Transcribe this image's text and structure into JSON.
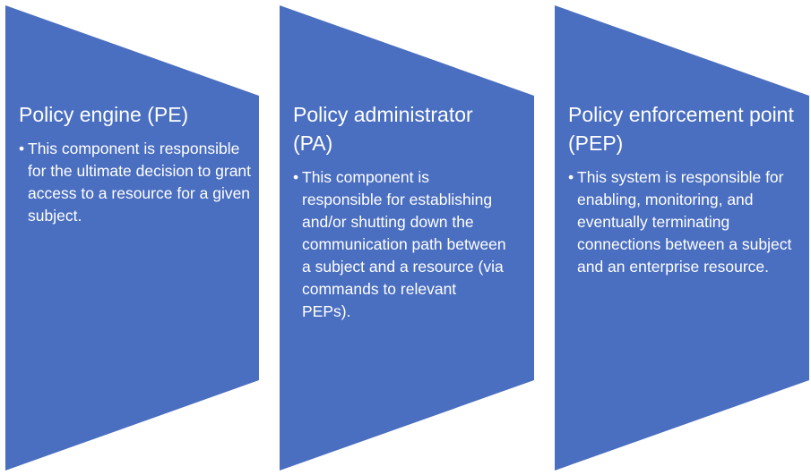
{
  "diagram": {
    "fill_color": "#4a6ec0",
    "text_color": "#ffffff",
    "bullet_glyph": "•",
    "stages": [
      {
        "title": "Policy engine (PE)",
        "body": "This component is responsible for the ultimate decision to grant access to a resource for a given subject."
      },
      {
        "title": "Policy administrator (PA)",
        "body": "This component is responsible for establishing and/or shutting down the communication path between a subject and a resource (via commands to relevant PEPs)."
      },
      {
        "title": "Policy enforcement point (PEP)",
        "body": "This system is responsible for enabling, monitoring, and eventually terminating connections between a subject and an enterprise resource."
      }
    ]
  }
}
